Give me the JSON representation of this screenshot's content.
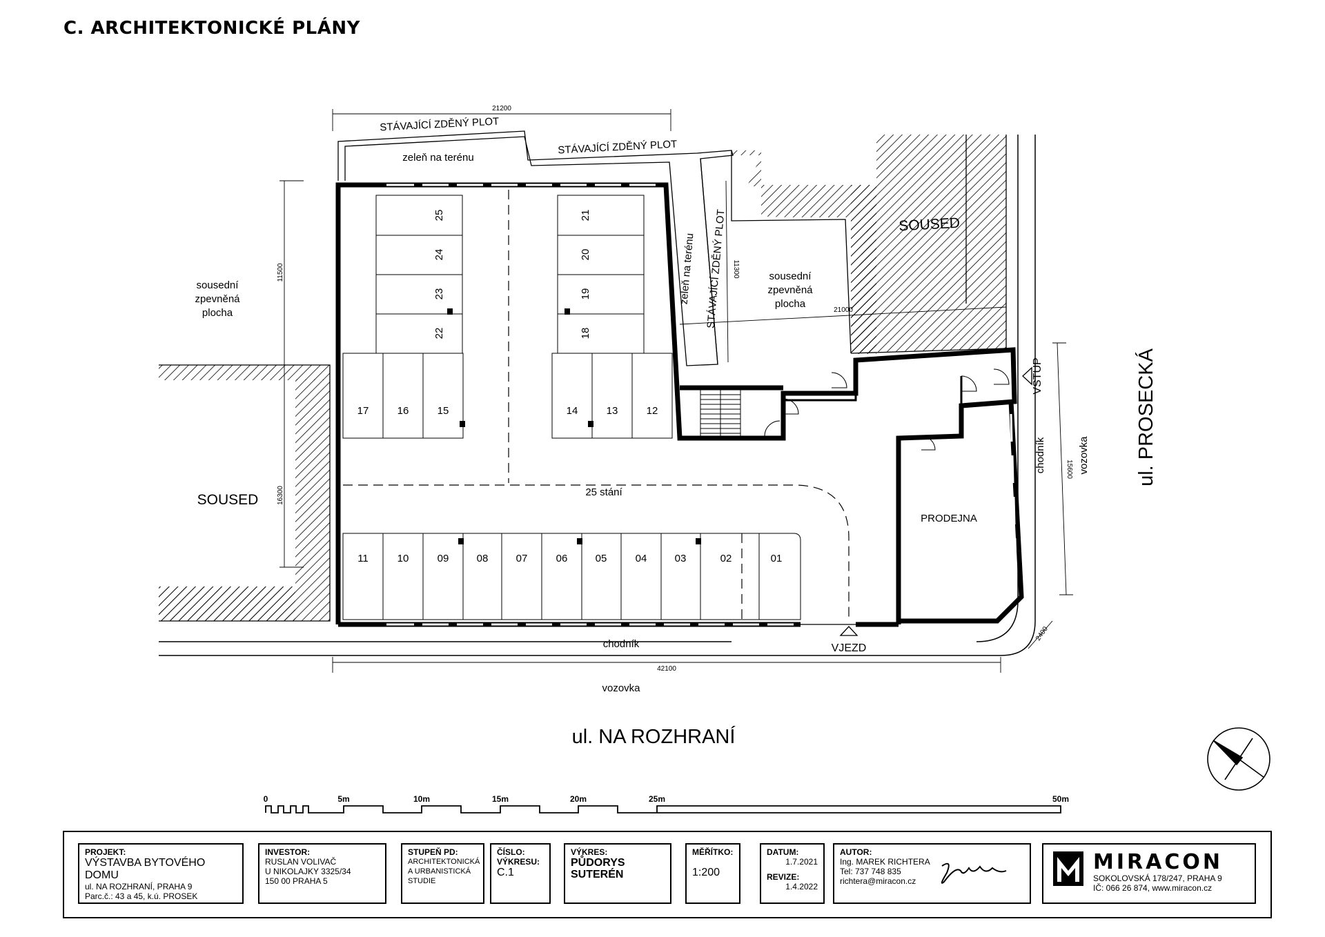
{
  "sheet_title": "C. ARCHITEKTONICKÉ PLÁNY",
  "labels": {
    "fence_top": "STÁVAJÍCÍ ZDĚNÝ PLOT",
    "fence_top2": "STÁVAJÍCÍ ZDĚNÝ PLOT",
    "fence_side": "STÁVAJÍCÍ ZDĚNÝ PLOT",
    "green_top": "zeleň na terénu",
    "green_side": "zeleň na terénu",
    "neighbor_paved_left": [
      "sousední",
      "zpevněná",
      "plocha"
    ],
    "neighbor_paved_right": [
      "sousední",
      "zpevněná",
      "plocha"
    ],
    "neighbor_left": "SOUSED",
    "neighbor_right": "SOUSED",
    "parking_count": "25 stání",
    "shop": "PRODEJNA",
    "sidewalk_bottom": "chodník",
    "road_bottom": "vozovka",
    "sidewalk_right": "chodník",
    "road_right": "vozovka",
    "entry_car": "VJEZD",
    "entry_people": "VSTUP",
    "street_bottom": "ul. NA ROZHRANÍ",
    "street_right": "ul. PROSECKÁ"
  },
  "dimensions": {
    "top": "21200",
    "left_upper": "11500",
    "left_lower": "16300",
    "middle": "11300",
    "diag": "21000",
    "bottom": "42100",
    "right": "15600",
    "corner": "2400"
  },
  "parking": {
    "top_left": [
      "25",
      "24",
      "23",
      "22"
    ],
    "top_right": [
      "21",
      "20",
      "19",
      "18"
    ],
    "mid_left": [
      "17",
      "16",
      "15"
    ],
    "mid_right": [
      "14",
      "13",
      "12"
    ],
    "bottom": [
      "11",
      "10",
      "09",
      "08",
      "07",
      "06",
      "05",
      "04",
      "03",
      "02",
      "01"
    ]
  },
  "scale_bar": [
    "0",
    "5m",
    "10m",
    "15m",
    "20m",
    "25m",
    "50m"
  ],
  "title_block": {
    "project_label": "PROJEKT:",
    "project_name": "VÝSTAVBA BYTOVÉHO DOMU",
    "project_address": "ul. NA ROZHRANÍ, PRAHA 9",
    "project_parcel": "Parc.č.: 43 a 45, k.ú. PROSEK",
    "investor_label": "INVESTOR:",
    "investor_name": "RUSLAN VOLIVAČ",
    "investor_street": "U NIKOLAJKY 3325/34",
    "investor_city": "150 00 PRAHA 5",
    "stage_label": "STUPEŇ PD:",
    "stage_l1": "ARCHITEKTONICKÁ",
    "stage_l2": "A URBANISTICKÁ",
    "stage_l3": "STUDIE",
    "number_label1": "ČÍSLO:",
    "number_label2": "VÝKRESU:",
    "number_value": "C.1",
    "drawing_label": "VÝKRES:",
    "drawing_l1": "PŮDORYS",
    "drawing_l2": "SUTERÉN",
    "scale_label": "MĚŘÍTKO:",
    "scale_value": "1:200",
    "date_label": "DATUM:",
    "date_value": "1.7.2021",
    "revision_label": "REVIZE:",
    "revision_value": "1.4.2022",
    "author_label": "AUTOR:",
    "author_name": "Ing. MAREK RICHTERA",
    "author_phone": "Tel: 737 748 835",
    "author_email": "richtera@miracon.cz",
    "company_name": "MIRACON",
    "company_address": "SOKOLOVSKÁ 178/247, PRAHA 9",
    "company_ic": "IČ: 066 26 874, www.miracon.cz"
  }
}
